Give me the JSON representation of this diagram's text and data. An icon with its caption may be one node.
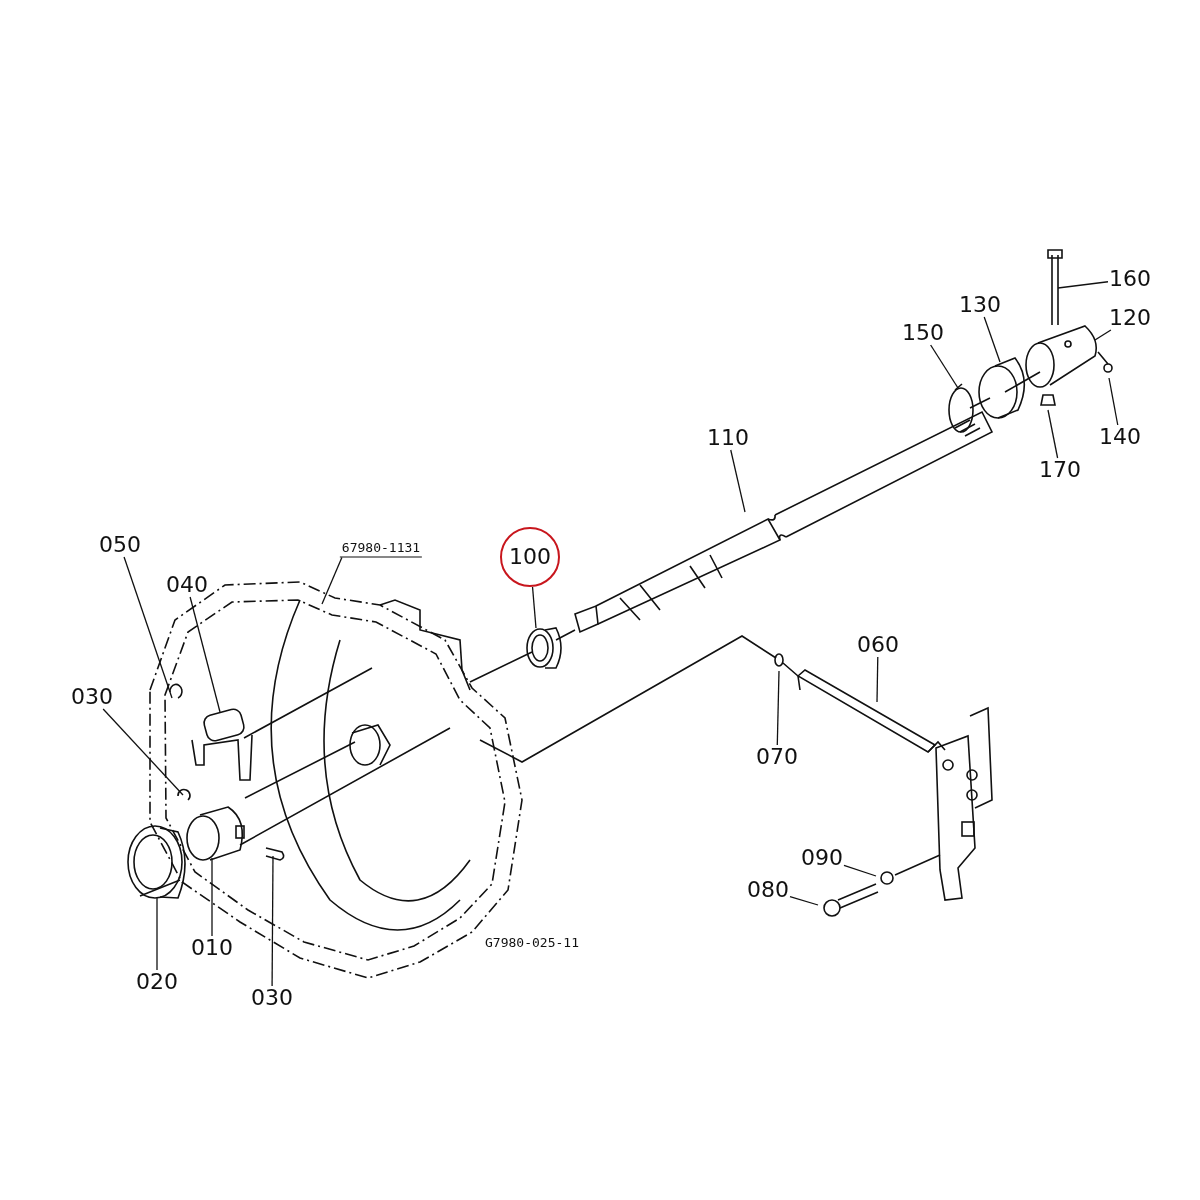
{
  "diagram": {
    "nodes": [
      {
        "text": [
          "160"
        ]
      },
      {
        "text": [
          "130"
        ]
      },
      {
        "text": [
          "120"
        ]
      },
      {
        "text": [
          "150"
        ]
      },
      {
        "text": [
          "110"
        ]
      },
      {
        "text": [
          "140"
        ]
      },
      {
        "text": [
          "170"
        ]
      },
      {
        "text": [
          "050"
        ]
      },
      {
        "text": [
          "100"
        ]
      },
      {
        "text": [
          "67980-1131"
        ]
      },
      {
        "text": [
          "040"
        ]
      },
      {
        "text": [
          "060"
        ]
      },
      {
        "text": [
          "030"
        ]
      },
      {
        "text": [
          "070"
        ]
      },
      {
        "text": [
          "090"
        ]
      },
      {
        "text": [
          "080"
        ]
      },
      {
        "text": [
          "010"
        ]
      },
      {
        "text": [
          "020"
        ]
      },
      {
        "text": [
          "030"
        ]
      }
    ],
    "edges": [
      {
        "from": 0,
        "to": null,
        "arrow": "none"
      },
      {
        "from": 1,
        "to": null,
        "arrow": "none"
      },
      {
        "from": 2,
        "to": null,
        "arrow": "none"
      },
      {
        "from": 3,
        "to": null,
        "arrow": "none"
      },
      {
        "from": 4,
        "to": null,
        "arrow": "none"
      },
      {
        "from": 5,
        "to": null,
        "arrow": "none"
      },
      {
        "from": 6,
        "to": null,
        "arrow": "none"
      },
      {
        "from": 7,
        "to": null,
        "arrow": "none"
      },
      {
        "from": 8,
        "to": null,
        "arrow": "none"
      },
      {
        "from": 9,
        "to": null,
        "arrow": "none"
      },
      {
        "from": 10,
        "to": null,
        "arrow": "none"
      },
      {
        "from": 11,
        "to": null,
        "arrow": "none"
      },
      {
        "from": 12,
        "to": null,
        "arrow": "none"
      },
      {
        "from": 13,
        "to": null,
        "arrow": "none"
      },
      {
        "from": 14,
        "to": null,
        "arrow": "none"
      },
      {
        "from": 15,
        "to": null,
        "arrow": "none"
      },
      {
        "from": 16,
        "to": null,
        "arrow": "none"
      },
      {
        "from": 17,
        "to": null,
        "arrow": "none"
      },
      {
        "from": 18,
        "to": null,
        "arrow": "none"
      }
    ],
    "labels": [
      "G7980-025-11"
    ]
  }
}
